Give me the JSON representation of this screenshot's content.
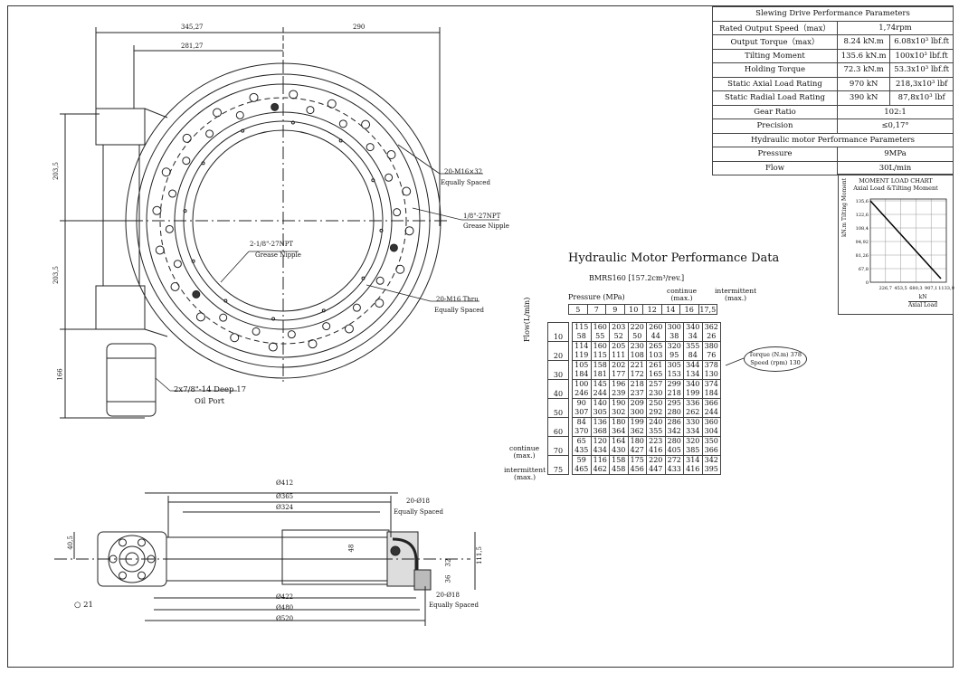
{
  "drawing": {
    "dim_top_1": "345,27",
    "dim_top_2": "290",
    "dim_top_3": "281,27",
    "dim_left_1": "203,5",
    "dim_left_2": "203,5",
    "dim_left_3": "166",
    "callout_bolts_top": "20-M16×32",
    "callout_bolts_top_2": "Equally Spaced",
    "callout_grease_npt": "1/8\"-27NPT",
    "callout_grease_nipple": "Grease Nipple",
    "callout_grease_inner": "2-1/8\"-27NPT",
    "callout_grease_inner_2": "Grease Nipple",
    "callout_thru": "20-M16 Thru",
    "callout_thru_2": "Equally Spaced",
    "callout_oil": "2x7/8\"-14 Deep 17",
    "callout_oil_2": "Oil Port",
    "section_d412": "Ø412",
    "section_d365": "Ø365",
    "section_d324": "Ø324",
    "section_holes_top": "20-Ø18",
    "section_holes_top_2": "Equally Spaced",
    "section_d422": "Ø422",
    "section_d480": "Ø480",
    "section_d520": "Ø520",
    "section_holes_bot": "20-Ø18",
    "section_holes_bot_2": "Equally Spaced",
    "section_h1115": "111,5",
    "section_h405": "40,5",
    "section_h48": "48",
    "section_h32": "32",
    "section_h36": "36",
    "side_d21": "21"
  },
  "spec_table": {
    "title": "Slewing Drive Performance Parameters",
    "rows": [
      {
        "label": "Rated Output Speed（max）",
        "v1": "1,74rpm"
      },
      {
        "label": "Output Torque（max）",
        "v1": "8.24 kN.m",
        "v2": "6.08x10³ lbf.ft"
      },
      {
        "label": "Tilting Moment",
        "v1": "135.6 kN.m",
        "v2": "100x10³ lbf.ft"
      },
      {
        "label": "Holding Torque",
        "v1": "72.3 kN.m",
        "v2": "53.3x10³ lbf.ft"
      },
      {
        "label": "Static Axial Load Rating",
        "v1": "970 kN",
        "v2": "218,3x10³ lbf"
      },
      {
        "label": "Static Radial Load Rating",
        "v1": "390 kN",
        "v2": "87,8x10³ lbf"
      },
      {
        "label": "Gear Ratio",
        "v1": "102:1"
      },
      {
        "label": "Precision",
        "v1": "≤0,17°"
      }
    ],
    "subtitle": "Hydraulic motor Performance Parameters",
    "rows2": [
      {
        "label": "Pressure",
        "v1": "9MPa"
      },
      {
        "label": "Flow",
        "v1": "30L/min"
      }
    ]
  },
  "moment_chart": {
    "title": "MOMENT LOAD CHART",
    "subtitle": "Axial Load &Tilting Moment",
    "ylabel_unit": "kN.m",
    "ylabel": "Tilting Moment",
    "xlabel_unit": "kN",
    "xlabel": "Axial Load",
    "y_ticks": [
      "135,6",
      "122,6",
      "108,4",
      "94,92",
      "81,26",
      "67,8",
      "0"
    ],
    "x_ticks": [
      "226,7",
      "453,5",
      "680,3",
      "907,1",
      "1133,9"
    ]
  },
  "motor_data": {
    "title": "Hydraulic Motor Performance Data",
    "model": "BMRS160  [157.2cm³/rev.]",
    "pressure_label": "Pressure (MPa)",
    "continue_label": "continue",
    "continue_max": "(max.)",
    "intermittent_label": "intermittent",
    "intermittent_max": "(max.)",
    "flow_label": "Flow(L/min)",
    "pressures": [
      "5",
      "7",
      "9",
      "10",
      "12",
      "14",
      "16",
      "17,5"
    ],
    "flows": [
      "10",
      "20",
      "30",
      "40",
      "50",
      "60",
      "70",
      "75"
    ],
    "rows": [
      {
        "t": [
          "115",
          "160",
          "203",
          "220",
          "260",
          "300",
          "340",
          "362"
        ],
        "s": [
          "58",
          "55",
          "52",
          "50",
          "44",
          "38",
          "34",
          "26"
        ]
      },
      {
        "t": [
          "114",
          "160",
          "205",
          "230",
          "265",
          "320",
          "355",
          "380"
        ],
        "s": [
          "119",
          "115",
          "111",
          "108",
          "103",
          "95",
          "84",
          "76"
        ]
      },
      {
        "t": [
          "105",
          "158",
          "202",
          "221",
          "261",
          "305",
          "344",
          "378"
        ],
        "s": [
          "184",
          "181",
          "177",
          "172",
          "165",
          "153",
          "134",
          "130"
        ]
      },
      {
        "t": [
          "100",
          "145",
          "196",
          "218",
          "257",
          "299",
          "340",
          "374"
        ],
        "s": [
          "246",
          "244",
          "239",
          "237",
          "230",
          "218",
          "199",
          "184"
        ]
      },
      {
        "t": [
          "90",
          "140",
          "190",
          "209",
          "250",
          "295",
          "336",
          "366"
        ],
        "s": [
          "307",
          "305",
          "302",
          "300",
          "292",
          "280",
          "262",
          "244"
        ]
      },
      {
        "t": [
          "84",
          "136",
          "180",
          "199",
          "240",
          "286",
          "330",
          "360"
        ],
        "s": [
          "370",
          "368",
          "364",
          "362",
          "355",
          "342",
          "334",
          "304"
        ]
      },
      {
        "t": [
          "65",
          "120",
          "164",
          "180",
          "223",
          "280",
          "320",
          "350"
        ],
        "s": [
          "435",
          "434",
          "430",
          "427",
          "416",
          "405",
          "385",
          "366"
        ]
      },
      {
        "t": [
          "59",
          "116",
          "158",
          "175",
          "220",
          "272",
          "314",
          "342"
        ],
        "s": [
          "465",
          "462",
          "458",
          "456",
          "447",
          "433",
          "416",
          "395"
        ]
      }
    ],
    "callout_torque": "Torque (N.m) 378",
    "callout_speed": "Speed (rpm) 130"
  }
}
